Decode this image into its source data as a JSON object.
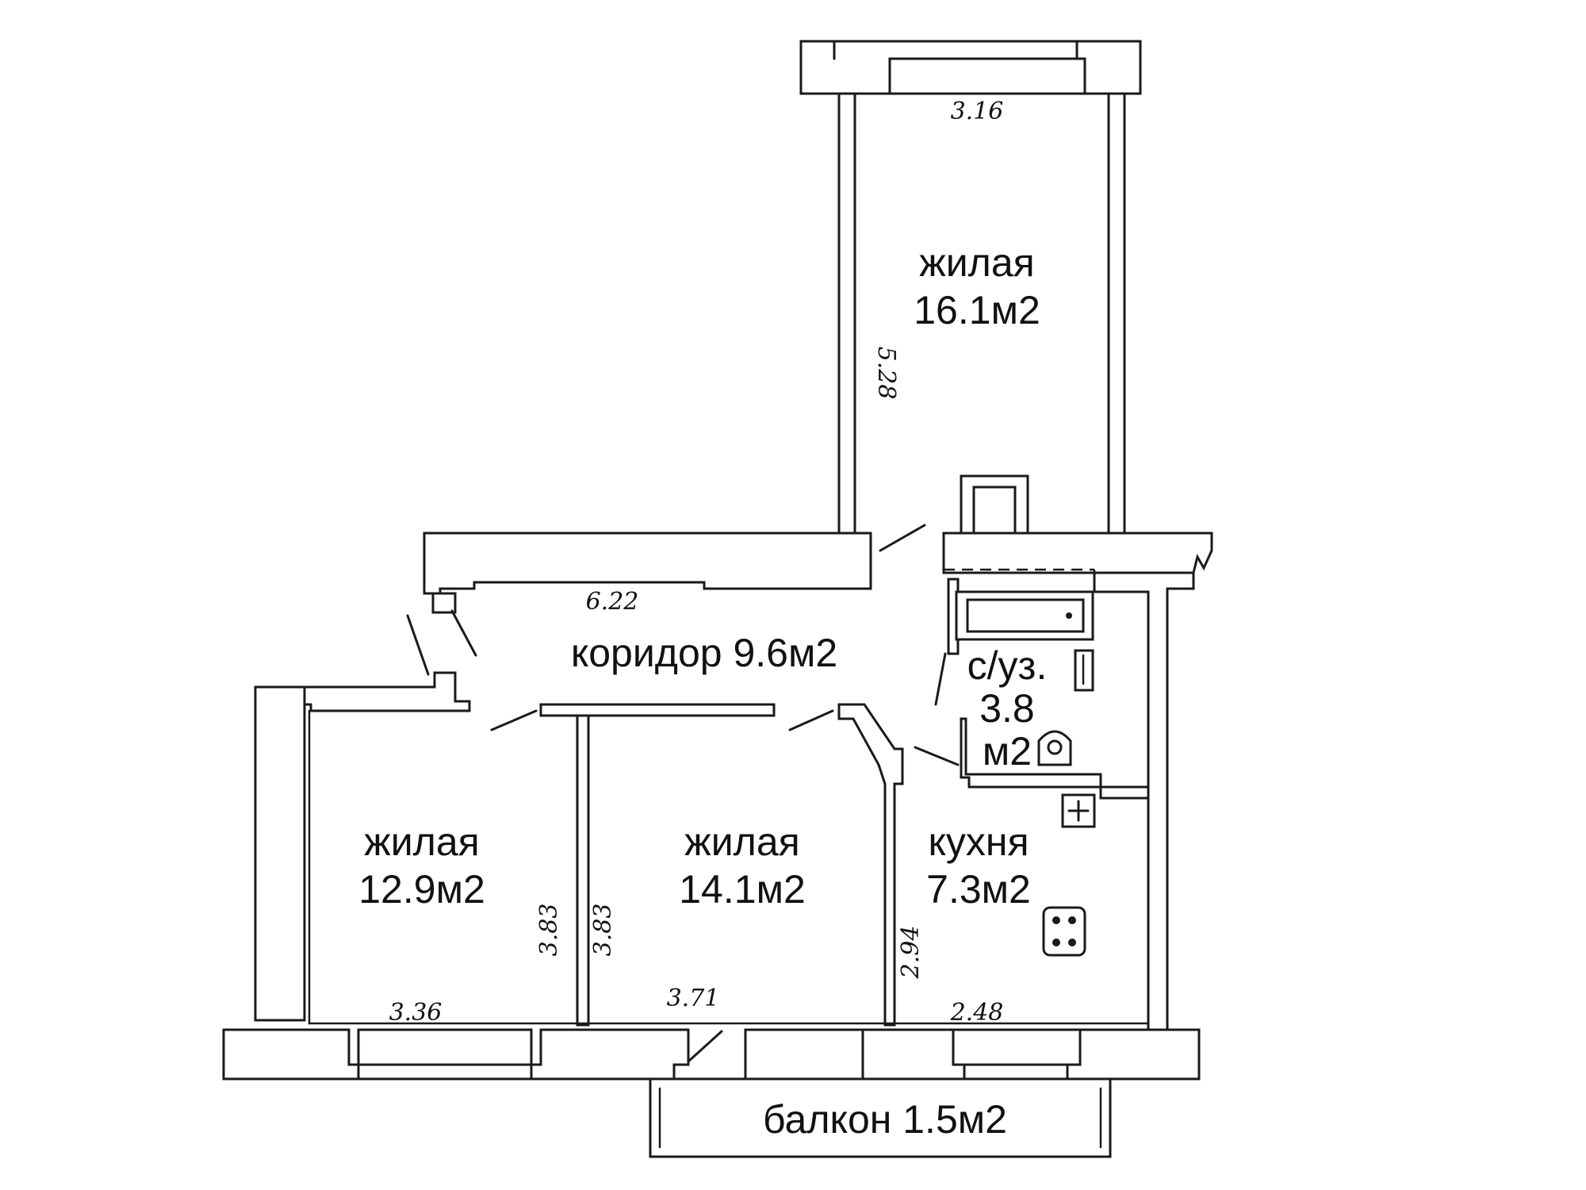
{
  "rooms": {
    "living_top": {
      "name": "жилая",
      "area": "16.1м2"
    },
    "corridor": {
      "label": "коридор 9.6м2"
    },
    "bathroom": {
      "name": "с/уз.",
      "area_value": "3.8",
      "area_unit": "м2"
    },
    "living_left": {
      "name": "жилая",
      "area": "12.9м2"
    },
    "living_middle": {
      "name": "жилая",
      "area": "14.1м2"
    },
    "kitchen": {
      "name": "кухня",
      "area": "7.3м2"
    },
    "balcony": {
      "label": "балкон 1.5м2"
    }
  },
  "dimensions": {
    "top_room_width": "3.16",
    "top_room_length": "5.28",
    "corridor_length": "6.22",
    "left_room_width": "3.36",
    "left_room_depth": "3.83",
    "middle_room_depth": "3.83",
    "middle_room_width": "3.71",
    "kitchen_depth": "2.94",
    "kitchen_width": "2.48"
  },
  "icons": [
    "bathtub-icon",
    "sink-icon",
    "toilet-icon",
    "outlet-icon",
    "stove-icon"
  ]
}
